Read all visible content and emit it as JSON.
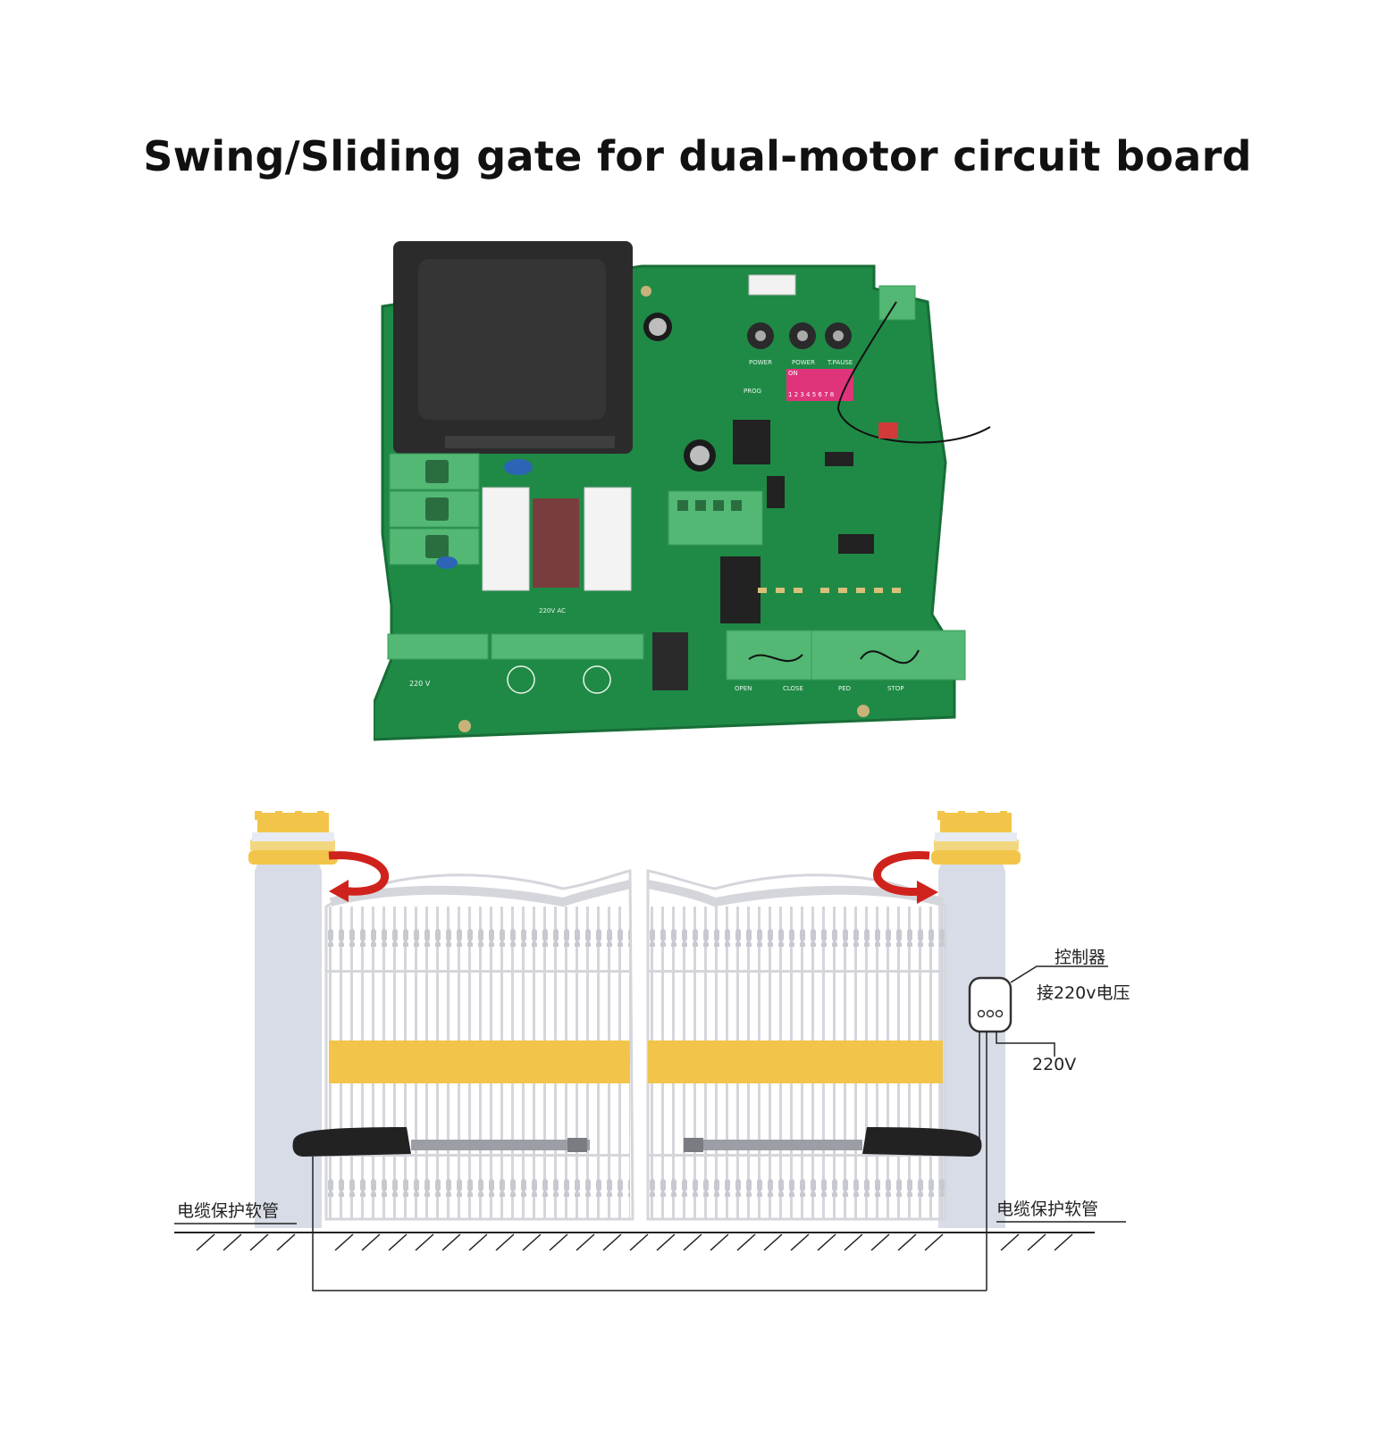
{
  "title": "Swing/Sliding gate for dual-motor circuit board",
  "board": {
    "terminal_labels": [
      "220 V",
      "220V AC",
      "OPEN",
      "CLOSE",
      "PED",
      "STOP"
    ],
    "pot_labels": [
      "POWER",
      "POWER",
      "T.PAUSE"
    ],
    "dip_label": "ON",
    "dip_numbers": "1 2 3 4 5 6 7 8",
    "prog_label": "PROG"
  },
  "diagram": {
    "controller_label": "控制器",
    "voltage_label": "接220v电压",
    "power_label": "220V",
    "left_conduit_label": "电缆保护软管",
    "right_conduit_label": "电缆保护软管"
  },
  "colors": {
    "pcb_green": "#1f8a46",
    "pcb_dark": "#176e37",
    "transformer": "#2b2b2b",
    "connector_green": "#52b874",
    "gate_gold": "#f2c54a",
    "pillar": "#d8dce6",
    "arrow_red": "#d0221c"
  }
}
